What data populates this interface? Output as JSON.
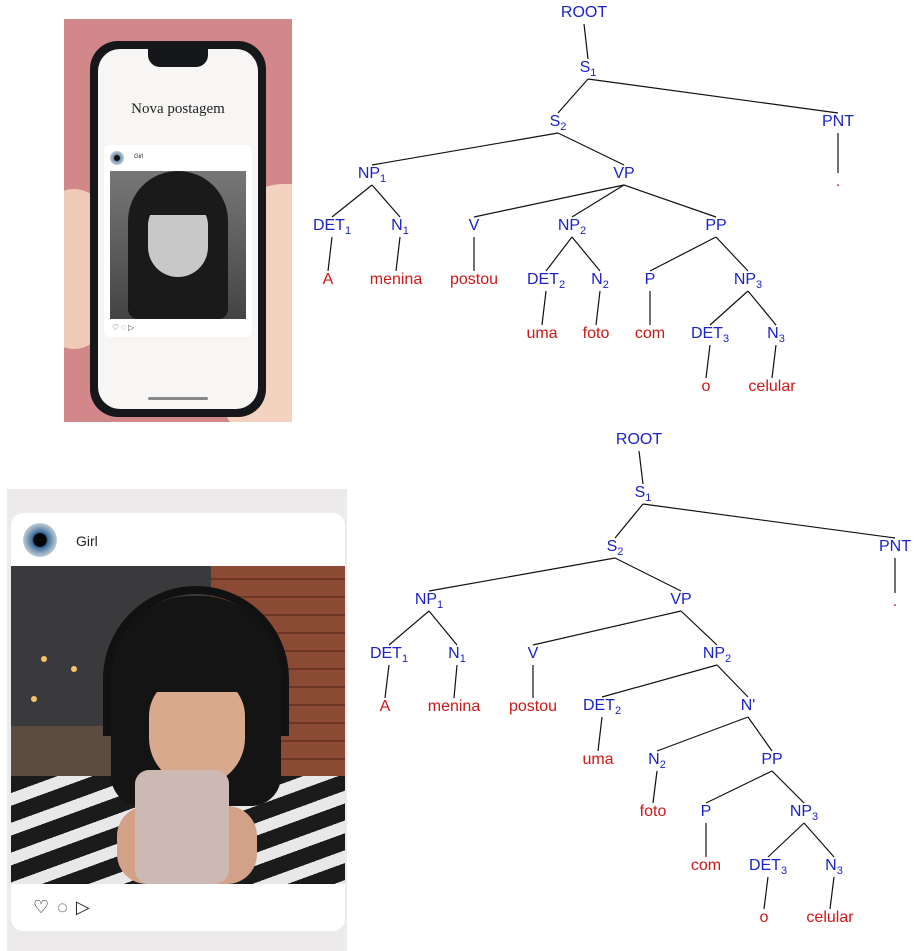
{
  "phone_photo": {
    "screen_title": "Nova postagem",
    "username": "Girl",
    "icons": [
      "heart-icon",
      "comment-icon",
      "send-icon"
    ]
  },
  "post": {
    "username": "Girl",
    "icons": [
      "heart-icon",
      "comment-icon",
      "send-icon"
    ]
  },
  "tree1": {
    "nodes": [
      {
        "id": "root",
        "label": "ROOT",
        "sub": "",
        "kind": "nt"
      },
      {
        "id": "s1",
        "label": "S",
        "sub": "1",
        "kind": "nt"
      },
      {
        "id": "s2",
        "label": "S",
        "sub": "2",
        "kind": "nt"
      },
      {
        "id": "pnt",
        "label": "PNT",
        "sub": "",
        "kind": "nt"
      },
      {
        "id": "np1",
        "label": "NP",
        "sub": "1",
        "kind": "nt"
      },
      {
        "id": "vp",
        "label": "VP",
        "sub": "",
        "kind": "nt"
      },
      {
        "id": "det1",
        "label": "DET",
        "sub": "1",
        "kind": "nt"
      },
      {
        "id": "n1",
        "label": "N",
        "sub": "1",
        "kind": "nt"
      },
      {
        "id": "v",
        "label": "V",
        "sub": "",
        "kind": "nt"
      },
      {
        "id": "np2",
        "label": "NP",
        "sub": "2",
        "kind": "nt"
      },
      {
        "id": "pp",
        "label": "PP",
        "sub": "",
        "kind": "nt"
      },
      {
        "id": "det2",
        "label": "DET",
        "sub": "2",
        "kind": "nt"
      },
      {
        "id": "n2",
        "label": "N",
        "sub": "2",
        "kind": "nt"
      },
      {
        "id": "p",
        "label": "P",
        "sub": "",
        "kind": "nt"
      },
      {
        "id": "np3",
        "label": "NP",
        "sub": "3",
        "kind": "nt"
      },
      {
        "id": "det3",
        "label": "DET",
        "sub": "3",
        "kind": "nt"
      },
      {
        "id": "n3",
        "label": "N",
        "sub": "3",
        "kind": "nt"
      },
      {
        "id": "dot",
        "label": ".",
        "sub": "",
        "kind": "lf"
      },
      {
        "id": "w_a",
        "label": "A",
        "sub": "",
        "kind": "lf"
      },
      {
        "id": "w_menina",
        "label": "menina",
        "sub": "",
        "kind": "lf"
      },
      {
        "id": "w_postou",
        "label": "postou",
        "sub": "",
        "kind": "lf"
      },
      {
        "id": "w_uma",
        "label": "uma",
        "sub": "",
        "kind": "lf"
      },
      {
        "id": "w_foto",
        "label": "foto",
        "sub": "",
        "kind": "lf"
      },
      {
        "id": "w_com",
        "label": "com",
        "sub": "",
        "kind": "lf"
      },
      {
        "id": "w_o",
        "label": "o",
        "sub": "",
        "kind": "lf"
      },
      {
        "id": "w_celular",
        "label": "celular",
        "sub": "",
        "kind": "lf"
      }
    ],
    "edges": [
      [
        "root",
        "s1"
      ],
      [
        "s1",
        "s2"
      ],
      [
        "s1",
        "pnt"
      ],
      [
        "pnt",
        "dot"
      ],
      [
        "s2",
        "np1"
      ],
      [
        "s2",
        "vp"
      ],
      [
        "np1",
        "det1"
      ],
      [
        "np1",
        "n1"
      ],
      [
        "det1",
        "w_a"
      ],
      [
        "n1",
        "w_menina"
      ],
      [
        "vp",
        "v"
      ],
      [
        "vp",
        "np2"
      ],
      [
        "vp",
        "pp"
      ],
      [
        "v",
        "w_postou"
      ],
      [
        "np2",
        "det2"
      ],
      [
        "np2",
        "n2"
      ],
      [
        "det2",
        "w_uma"
      ],
      [
        "n2",
        "w_foto"
      ],
      [
        "pp",
        "p"
      ],
      [
        "pp",
        "np3"
      ],
      [
        "p",
        "w_com"
      ],
      [
        "np3",
        "det3"
      ],
      [
        "np3",
        "n3"
      ],
      [
        "det3",
        "w_o"
      ],
      [
        "n3",
        "w_celular"
      ]
    ]
  },
  "tree2": {
    "nodes": [
      {
        "id": "root",
        "label": "ROOT",
        "sub": "",
        "kind": "nt"
      },
      {
        "id": "s1",
        "label": "S",
        "sub": "1",
        "kind": "nt"
      },
      {
        "id": "s2",
        "label": "S",
        "sub": "2",
        "kind": "nt"
      },
      {
        "id": "pnt",
        "label": "PNT",
        "sub": "",
        "kind": "nt"
      },
      {
        "id": "np1",
        "label": "NP",
        "sub": "1",
        "kind": "nt"
      },
      {
        "id": "vp",
        "label": "VP",
        "sub": "",
        "kind": "nt"
      },
      {
        "id": "det1",
        "label": "DET",
        "sub": "1",
        "kind": "nt"
      },
      {
        "id": "n1",
        "label": "N",
        "sub": "1",
        "kind": "nt"
      },
      {
        "id": "v",
        "label": "V",
        "sub": "",
        "kind": "nt"
      },
      {
        "id": "np2",
        "label": "NP",
        "sub": "2",
        "kind": "nt"
      },
      {
        "id": "det2",
        "label": "DET",
        "sub": "2",
        "kind": "nt"
      },
      {
        "id": "nbar",
        "label": "N'",
        "sub": "",
        "kind": "nt"
      },
      {
        "id": "n2",
        "label": "N",
        "sub": "2",
        "kind": "nt"
      },
      {
        "id": "pp",
        "label": "PP",
        "sub": "",
        "kind": "nt"
      },
      {
        "id": "p",
        "label": "P",
        "sub": "",
        "kind": "nt"
      },
      {
        "id": "np3",
        "label": "NP",
        "sub": "3",
        "kind": "nt"
      },
      {
        "id": "det3",
        "label": "DET",
        "sub": "3",
        "kind": "nt"
      },
      {
        "id": "n3",
        "label": "N",
        "sub": "3",
        "kind": "nt"
      },
      {
        "id": "dot",
        "label": ".",
        "sub": "",
        "kind": "lf"
      },
      {
        "id": "w_a",
        "label": "A",
        "sub": "",
        "kind": "lf"
      },
      {
        "id": "w_menina",
        "label": "menina",
        "sub": "",
        "kind": "lf"
      },
      {
        "id": "w_postou",
        "label": "postou",
        "sub": "",
        "kind": "lf"
      },
      {
        "id": "w_uma",
        "label": "uma",
        "sub": "",
        "kind": "lf"
      },
      {
        "id": "w_foto",
        "label": "foto",
        "sub": "",
        "kind": "lf"
      },
      {
        "id": "w_com",
        "label": "com",
        "sub": "",
        "kind": "lf"
      },
      {
        "id": "w_o",
        "label": "o",
        "sub": "",
        "kind": "lf"
      },
      {
        "id": "w_celular",
        "label": "celular",
        "sub": "",
        "kind": "lf"
      }
    ],
    "edges": [
      [
        "root",
        "s1"
      ],
      [
        "s1",
        "s2"
      ],
      [
        "s1",
        "pnt"
      ],
      [
        "pnt",
        "dot"
      ],
      [
        "s2",
        "np1"
      ],
      [
        "s2",
        "vp"
      ],
      [
        "np1",
        "det1"
      ],
      [
        "np1",
        "n1"
      ],
      [
        "det1",
        "w_a"
      ],
      [
        "n1",
        "w_menina"
      ],
      [
        "vp",
        "v"
      ],
      [
        "vp",
        "np2"
      ],
      [
        "v",
        "w_postou"
      ],
      [
        "np2",
        "det2"
      ],
      [
        "np2",
        "nbar"
      ],
      [
        "det2",
        "w_uma"
      ],
      [
        "nbar",
        "n2"
      ],
      [
        "nbar",
        "pp"
      ],
      [
        "n2",
        "w_foto"
      ],
      [
        "pp",
        "p"
      ],
      [
        "pp",
        "np3"
      ],
      [
        "p",
        "w_com"
      ],
      [
        "np3",
        "det3"
      ],
      [
        "np3",
        "n3"
      ],
      [
        "det3",
        "w_o"
      ],
      [
        "n3",
        "w_celular"
      ]
    ]
  },
  "colors": {
    "nonterminal": "#1a22c8",
    "terminal": "#d01616",
    "edge": "#111111",
    "photo_background": "#d2888b"
  }
}
